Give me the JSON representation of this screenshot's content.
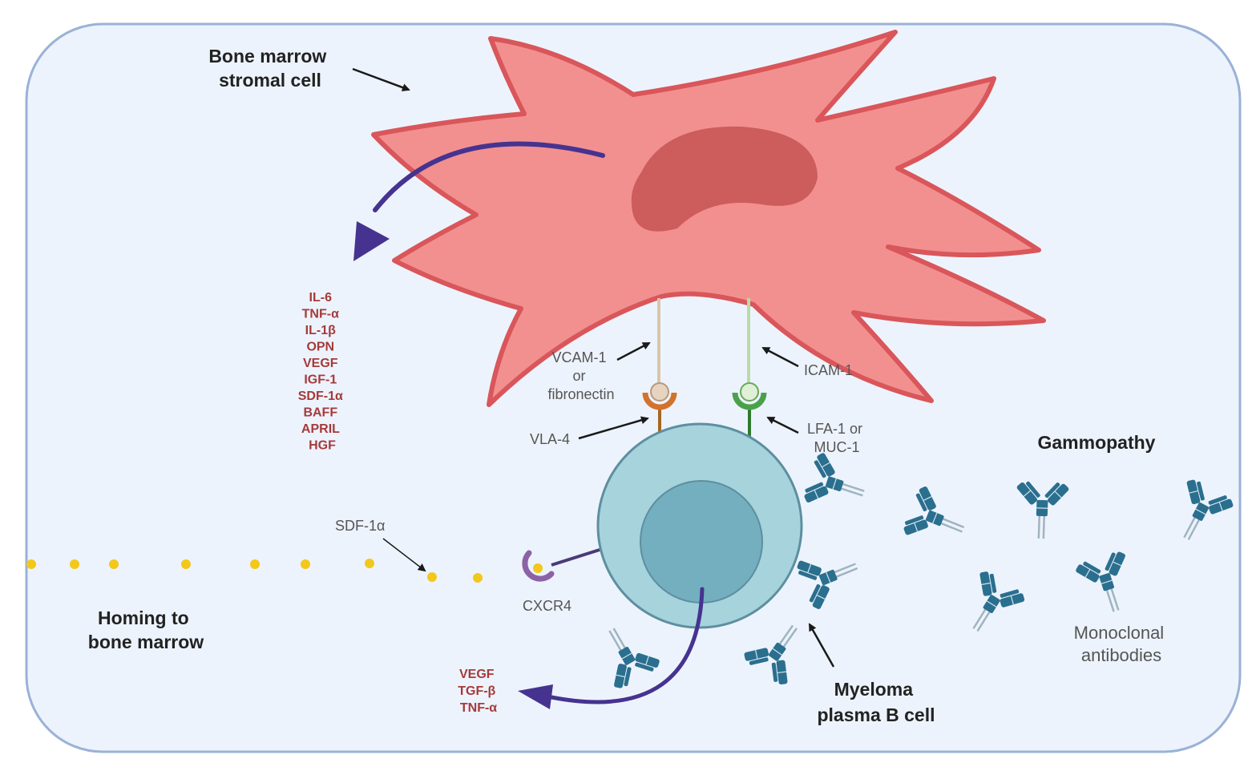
{
  "labels": {
    "stromal": [
      "Bone marrow",
      "stromal cell"
    ],
    "homing": [
      "Homing to",
      "bone marrow"
    ],
    "myeloma": [
      "Myeloma",
      "plasma B cell"
    ],
    "gammopathy": "Gammopathy",
    "monoclonal": [
      "Monoclonal",
      "antibodies"
    ],
    "vcam": [
      "VCAM-1",
      "or",
      "fibronectin"
    ],
    "icam": "ICAM-1",
    "vla4": "VLA-4",
    "lfa": [
      "LFA-1 or",
      "MUC-1"
    ],
    "sdf": "SDF-1α",
    "cxcr4": "CXCR4"
  },
  "cytokines_stromal": [
    "IL-6",
    "TNF-α",
    "IL-1β",
    "OPN",
    "VEGF",
    "IGF-1",
    "SDF-1α",
    "BAFF",
    "APRIL",
    "HGF"
  ],
  "cytokines_myeloma": [
    "VEGF",
    "TGF-β",
    "TNF-α"
  ],
  "colors": {
    "background": "#edf3fc",
    "border": "#9ab2d6",
    "stromal_fill": "#f29090",
    "stromal_stroke": "#d9565a",
    "stromal_nucleus": "#cd5c5c",
    "plasma_fill": "#a6d3dc",
    "plasma_stroke": "#5d8fa0",
    "plasma_nucleus": "#74afbf",
    "arrow_purple": "#463390",
    "antibody": "#2b6f8f",
    "sdf_dot": "#f2c81b",
    "cytokine_text": "#a63a3a",
    "vla4": "#d2732c",
    "lfa": "#4aa14a",
    "cxcr4": "#8b62a6"
  }
}
